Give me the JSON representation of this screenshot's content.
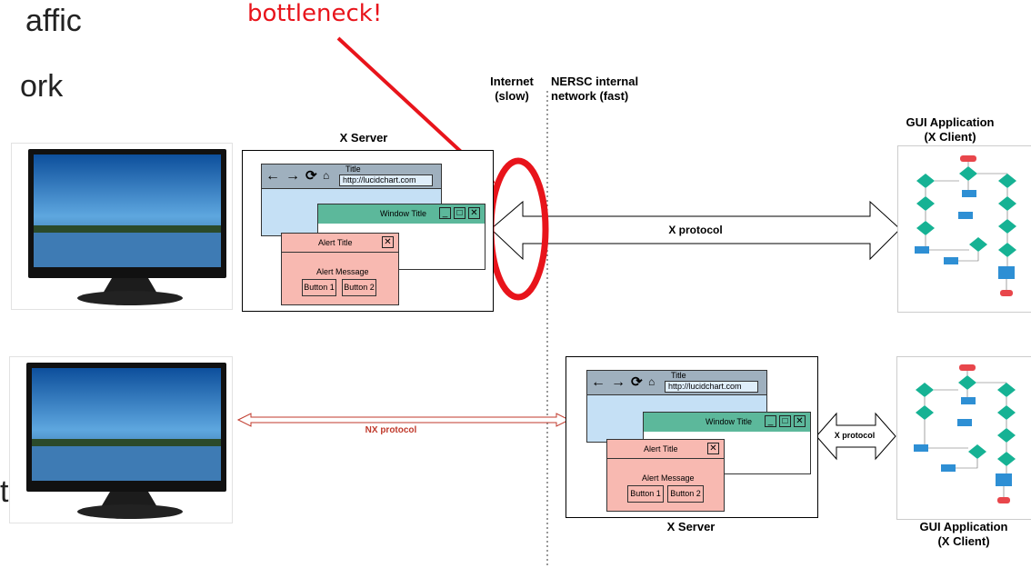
{
  "slide": {
    "fragment_1": "affic",
    "fragment_2": "ork",
    "fragment_3": "t"
  },
  "callout": {
    "text": "bottleneck!",
    "color": "#e8141b"
  },
  "boundary": {
    "left_label": "Internet\n(slow)",
    "right_label": "NERSC internal\nnetwork (fast)"
  },
  "top_row": {
    "xserver_label": "X Server",
    "gui_label": "GUI Application\n(X Client)",
    "protocol_label": "X protocol"
  },
  "bottom_row": {
    "xserver_label": "X Server",
    "gui_label": "GUI Application\n(X Client)",
    "protocol_label": "X protocol",
    "nx_label": "NX protocol"
  },
  "x_window": {
    "browser_title": "Title",
    "browser_url": "http://lucidchart.com",
    "window_title": "Window Title",
    "alert_title": "Alert Title",
    "alert_message": "Alert Message",
    "button_1": "Button 1",
    "button_2": "Button 2"
  },
  "colors": {
    "browser_bg": "#c5e0f5",
    "browser_bar": "#9fb0be",
    "window_bar": "#5cb89b",
    "alert_bg": "#f8b9b1",
    "nx_arrow": "#c0392b",
    "flow_green": "#16b294",
    "flow_blue": "#2e8fd4",
    "flow_red": "#e8464b"
  }
}
